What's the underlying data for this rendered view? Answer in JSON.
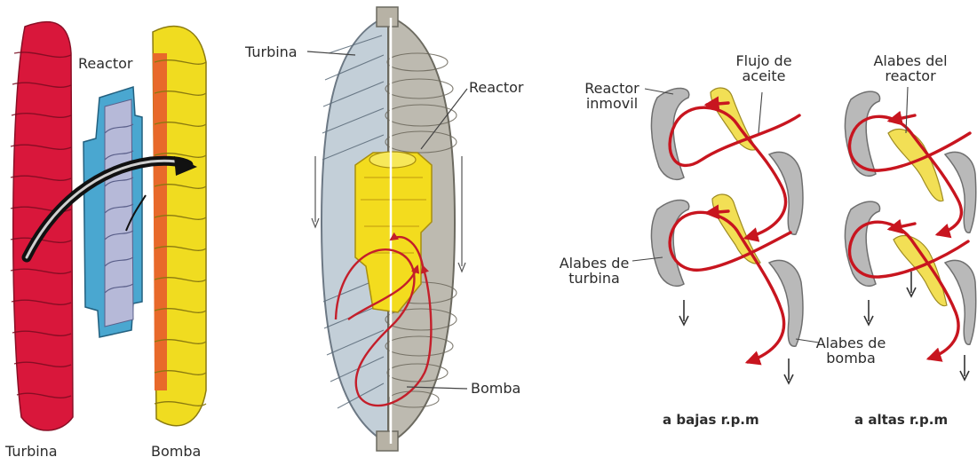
{
  "panel_left": {
    "labels": {
      "reactor": "Reactor",
      "turbina": "Turbina",
      "bomba": "Bomba"
    },
    "colors": {
      "turbina": "#d9173b",
      "reactor": "#4aa7d0",
      "bomba": "#f0dc20",
      "bomba_inner": "#e8692a",
      "flow": "#111111"
    }
  },
  "panel_middle": {
    "labels": {
      "turbina": "Turbina",
      "reactor": "Reactor",
      "bomba": "Bomba"
    },
    "colors": {
      "casing_left": "#c3cfd8",
      "casing_right": "#bdbab0",
      "reactor": "#f3dc1e",
      "flow": "#c41e2a",
      "blade_lines": "#5a6a78"
    }
  },
  "panel_right": {
    "labels": {
      "reactor_inmovil": [
        "Reactor",
        "inmovil"
      ],
      "flujo_de_aceite": [
        "Flujo de",
        "aceite"
      ],
      "alabes_del_reactor": [
        "Alabes del",
        "reactor"
      ],
      "alabes_de_turbina": [
        "Alabes de",
        "turbina"
      ],
      "alabes_de_bomba": [
        "Alabes de",
        "bomba"
      ],
      "bajas": "a bajas r.p.m",
      "altas": "a altas r.p.m"
    },
    "colors": {
      "flow": "#c8151f",
      "blade": "#b9b9b9",
      "blade_edge": "#6f6f6f",
      "reactor_blade": "#f2df55"
    }
  }
}
